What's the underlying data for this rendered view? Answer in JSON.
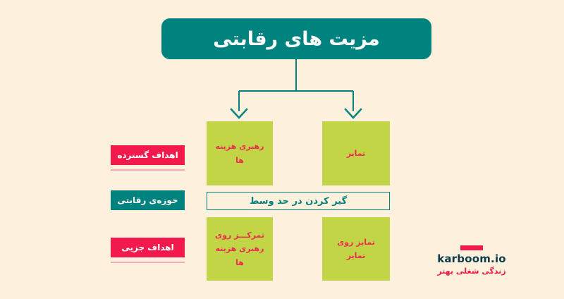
{
  "page": {
    "background_color": "#fdf1de",
    "direction": "rtl",
    "language": "fa"
  },
  "colors": {
    "teal": "#00837f",
    "crimson": "#f2194c",
    "box_text_red": "#ee2b50",
    "green": "#c2d546",
    "cream": "#fdf1de",
    "underline_pink": "#f9a7b8",
    "logo_dark": "#0d3b49",
    "white": "#ffffff"
  },
  "header": {
    "title": "مزیت های رقابتی"
  },
  "connector": {
    "icon_left": "arrow-down-icon",
    "icon_right": "arrow-down-icon",
    "color": "#00837f"
  },
  "row_labels": [
    {
      "id": "broad-goals",
      "label": "اهداف گسترده",
      "style": "red",
      "underline": true
    },
    {
      "id": "scope",
      "label": "حوزه‌ی رقابتی",
      "style": "teal",
      "underline": false
    },
    {
      "id": "narrow-goals",
      "label": "اهداف جزیی",
      "style": "red",
      "underline": true
    }
  ],
  "matrix": {
    "top_row": [
      {
        "id": "cost-leadership",
        "label": "رهبری هزینه ها"
      },
      {
        "id": "differentiation",
        "label": "تمایز"
      }
    ],
    "middle_bar": {
      "id": "stuck-in-the-middle",
      "label": "گیر کردن در حد وسط"
    },
    "bottom_row": [
      {
        "id": "cost-focus",
        "line1": "تمرکـــز روی",
        "line2": "رهبری هزینه ها"
      },
      {
        "id": "diff-focus",
        "label": "تمایز روی تمایز"
      }
    ]
  },
  "logo": {
    "name": "karboom.io",
    "tagline": "زندگی شغلی بهتر",
    "dash_color": "#f2194c"
  }
}
